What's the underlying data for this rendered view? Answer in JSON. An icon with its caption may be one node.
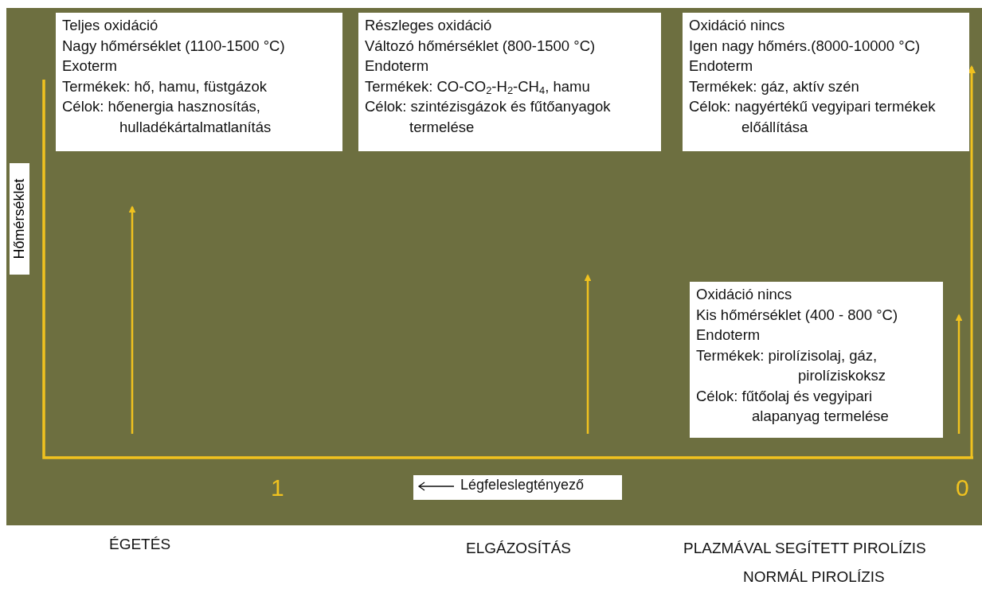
{
  "diagram": {
    "nodes": [
      {
        "text": [
          "Teljes oxidáció",
          "Nagy hőmérséklet (1100-1500 °C)",
          "Exoterm",
          "Termékek: hő, hamu, füstgázok",
          "Célok: hőenergia hasznosítás, hulladékártalmatlanítás"
        ]
      },
      {
        "text": [
          "Részleges oxidáció",
          "Változó hőmérséklet (800-1500 °C)",
          "Endoterm",
          "Termékek: CO-CO$_{2}$-H$_{2}$-CH$_{4}$, hamu",
          "Célok: szintézisgázok és fűtőanyagok termelése"
        ]
      },
      {
        "text": [
          "Oxidáció nincs",
          "Igen nagy hőmérs.(8000-10000 °C)",
          "Endoterm",
          "Termékek: gáz, aktív szén",
          "Célok: nagyértékű vegyipari termékek előállítása"
        ]
      },
      {
        "text": [
          "Oxidáció nincs",
          "Kis hőmérséklet (400 - 800 °C)",
          "Endoterm",
          "Termékek: pirolízisolaj, gáz, pirolíziskoksz",
          "Célok: fűtőolaj és vegyipari alapanyag termelése"
        ]
      }
    ],
    "labels": [
      "Hőmérséklet",
      "1",
      "Légfeleslegtényező",
      "0",
      "ÉGETÉS",
      "ELGÁZOSÍTÁS",
      "PLAZMÁVAL SEGÍTETT PIROLÍZIS",
      "NORMÁL PIROLÍZIS"
    ]
  }
}
